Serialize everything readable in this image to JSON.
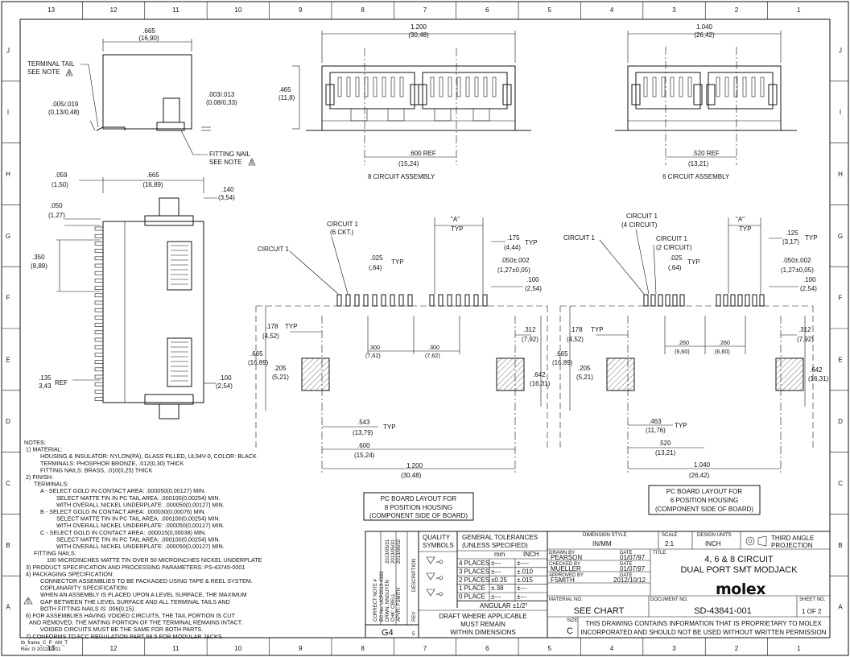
{
  "frame": {
    "top_zones": [
      "13",
      "12",
      "11",
      "10",
      "9",
      "8",
      "7",
      "6",
      "5",
      "4",
      "3",
      "2",
      "1"
    ],
    "side_zones": [
      "J",
      "I",
      "H",
      "G",
      "F",
      "E",
      "D",
      "C",
      "B",
      "A"
    ]
  },
  "side_view": {
    "dim_width": ".665",
    "dim_width_mm": "(16,90)",
    "dim_height": ".465",
    "dim_height_mm": "(11,8)",
    "terminal_tail_1": "TERMINAL TAIL",
    "terminal_tail_2": "SEE NOTE",
    "fitting_nail_1": "FITTING NAIL",
    "fitting_nail_2": "SEE NOTE",
    "note_ref": "6",
    "note_ref_2": "5",
    "dim_tail": ".005/.019",
    "dim_tail_mm": "(0,13/0,48)",
    "dim_nail": ".003/.013",
    "dim_nail_mm": "(0,08/0,33)"
  },
  "front_8": {
    "dim_width": "1.200",
    "dim_width_mm": "(30,48)",
    "dim_ref": ".600 REF",
    "dim_ref_mm": "(15,24)",
    "caption": "8 CIRCUIT ASSEMBLY"
  },
  "front_6": {
    "dim_width": "1.040",
    "dim_width_mm": "(26,42)",
    "dim_ref": ".520 REF",
    "dim_ref_mm": "(13,21)",
    "caption": "6 CIRCUIT ASSEMBLY"
  },
  "top_view": {
    "dim_059": ".059",
    "dim_059_mm": "(1,50)",
    "dim_665": ".665",
    "dim_665_mm": "(16,89)",
    "dim_140": ".140",
    "dim_140_mm": "(3,54)",
    "dim_050": ".050",
    "dim_050_mm": "(1,27)",
    "dim_350": ".350",
    "dim_350_mm": "(8,89)",
    "dim_135": ".135",
    "dim_135_mm": "3,43",
    "ref": "REF",
    "dim_100": ".100",
    "dim_100_mm": "(2,54)"
  },
  "layout_8": {
    "circuit1_top": "CIRCUIT 1",
    "circuit1_top_sub": "(6 CKT.)",
    "circuit1": "CIRCUIT 1",
    "a_label": "\"A\"",
    "typ": "TYP",
    "dim_175": ".175",
    "dim_175_mm": "(4,44)",
    "dim_025": ".025",
    "dim_025_mm": "(,64)",
    "dim_050": ".050±.002",
    "dim_050_mm": "(1,27±0,05)",
    "dim_100": ".100",
    "dim_100_mm": "(2,54)",
    "dim_178": ".178",
    "dim_178_mm": "(4,52)",
    "dim_312": ".312",
    "dim_312_mm": "(7,92)",
    "dim_300a": ".300",
    "dim_300a_mm": "(7,62)",
    "dim_300b": ".300",
    "dim_300b_mm": "(7,62)",
    "dim_665": ".665",
    "dim_665_mm": "(16,89)",
    "dim_205": ".205",
    "dim_205_mm": "(5,21)",
    "dim_642": ".642",
    "dim_642_mm": "(16,31)",
    "dim_543": ".543",
    "dim_543_mm": "(13,79)",
    "dim_600": ".600",
    "dim_600_mm": "(15,24)",
    "dim_1200": "1.200",
    "dim_1200_mm": "(30,48)",
    "box": [
      "PC BOARD LAYOUT FOR",
      "8 POSITION HOUSING",
      "(COMPONENT SIDE OF BOARD)"
    ]
  },
  "layout_6": {
    "circuit1_top": "CIRCUIT 1",
    "circuit1_top_sub": "(4 CIRCUIT)",
    "circuit1_mid": "CIRCUIT 1",
    "circuit1_mid_sub": "(2 CIRCUIT)",
    "circuit1": "CIRCUIT 1",
    "a_label": "\"A\"",
    "typ": "TYP",
    "dim_125": ".125",
    "dim_125_mm": "(3,17)",
    "dim_025": ".025",
    "dim_025_mm": "(,64)",
    "dim_050": ".050±.002",
    "dim_050_mm": "(1,27±0,05)",
    "dim_100": ".100",
    "dim_100_mm": "(2,54)",
    "dim_178": ".178",
    "dim_178_mm": "(4,52)",
    "dim_312": ".312",
    "dim_312_mm": "(7,92)",
    "dim_260a": ".260",
    "dim_260a_mm": "(6,60)",
    "dim_260b": ".260",
    "dim_260b_mm": "(6,60)",
    "dim_665": ".665",
    "dim_665_mm": "(16,89)",
    "dim_205": ".205",
    "dim_205_mm": "(5,21)",
    "dim_642": ".642",
    "dim_642_mm": "(16,31)",
    "dim_463": ".463",
    "dim_463_mm": "(11,76)",
    "dim_520": ".520",
    "dim_520_mm": "(13,21)",
    "dim_1040": "1.040",
    "dim_1040_mm": "(26,42)",
    "box": [
      "PC BOARD LAYOUT FOR",
      "6 POSITION HOUSING",
      "(COMPONENT SIDE OF BOARD)"
    ]
  },
  "notes": [
    "NOTES:",
    "1) MATERIAL:",
    "HOUSING & INSULATOR: NYLON(PA), GLASS FILLED, UL94V-0, COLOR: BLACK",
    "TERMINALS: PHOSPHOR BRONZE, .012(0,30) THICK",
    "FITTING NAILS: BRASS, .010(0,25) THICK",
    "2) FINISH:",
    "TERMINALS:",
    "A - SELECT GOLD IN CONTACT AREA: .000050(0,00127) MIN.",
    "SELECT MATTE TIN IN PC TAIL AREA: .000100(0,00254) MIN.",
    "WITH OVERALL NICKEL UNDERPLATE: .000050(0,00127) MIN.",
    "B - SELECT GOLD IN CONTACT AREA: .000030(0,00076) MIN.",
    "SELECT MATTE TIN IN PC TAIL AREA: .000100(0,00254) MIN.",
    "WITH OVERALL NICKEL UNDERPLATE: .000050(0,00127) MIN.",
    "C - SELECT GOLD IN CONTACT AREA: .000015(0,00038) MIN.",
    "SELECT MATTE TIN IN PC TAIL AREA: .000100(0,00254) MIN.",
    "WITH OVERALL NICKEL UNDERPLATE: .000050(0,00127) MIN.",
    "FITTING NAILS:",
    "100 MICROINCHES MATTE TIN OVER 50 MICROINCHES NICKEL UNDERPLATE",
    "3) PRODUCT SPECIFICATION AND PROCESSING PARAMETERS: PS-43745-0001",
    "4) PACKAGING SPECIFICATION:",
    "CONNECTOR ASSEMBLIES TO BE PACKAGED USING TAPE & REEL SYSTEM.",
    "COPLANARITY SPECIFICATION:",
    "WHEN AN ASSEMBLY IS PLACED UPON A LEVEL SURFACE, THE MAXIMUM",
    "GAP BETWEEN THE LEVEL SURFACE AND ALL TERMINAL TAILS AND",
    "BOTH FITTING NAILS IS .006(0,15).",
    "6) FOR ASSEMBLIES HAVING VOIDED CIRCUITS, THE TAIL PORTION IS CUT",
    "AND REMOVED. THE MATING PORTION OF THE TERMINAL REMAINS INTACT.",
    "VOIDED CIRCUITS MUST BE THE SAME FOR BOTH PARTS.",
    "7) CONFORMS TO FCC REGULATION PART 68.5 FOR MODULAR JACKS."
  ],
  "note5_num": "5",
  "revision": {
    "correct_note": "CORRECT NOTE #",
    "ec_no": "EC No: UCP2013-4393",
    "drwn": "DRWN: NNGUYEN",
    "chk": "CHK: CBELL",
    "apvr": "APVR: FSMITH",
    "date1": "2013/05/31",
    "date2": "2013/05/31",
    "date3": "2013/06/02",
    "description": "DESCRIPTION",
    "rev": "G4",
    "rev_letter": "REV"
  },
  "quality": {
    "label_1": "QUALITY",
    "label_2": "SYMBOLS"
  },
  "tolerances": {
    "title_1": "GENERAL TOLERANCES",
    "title_2": "(UNLESS SPECIFIED)",
    "col_mm": "mm",
    "col_inch": "INCH",
    "rows": [
      {
        "place": "4 PLACES",
        "mm": "±---",
        "inch": "±----"
      },
      {
        "place": "3 PLACES",
        "mm": "±---",
        "inch": "±.010"
      },
      {
        "place": "2 PLACES",
        "mm": "±0.25",
        "inch": "±.015"
      },
      {
        "place": "1 PLACE",
        "mm": "±.38",
        "inch": "±---"
      },
      {
        "place": "0 PLACE",
        "mm": "±---",
        "inch": "±---"
      }
    ],
    "angular": "ANGULAR ±1/2°",
    "draft_1": "DRAFT WHERE APPLICABLE",
    "draft_2": "MUST REMAIN",
    "draft_3": "WITHIN DIMENSIONS"
  },
  "title_block": {
    "dimension_style_label": "DIMENSION STYLE",
    "dimension_style": "IN/MM",
    "scale_label": "SCALE",
    "scale": "2:1",
    "design_units_label": "DESIGN UNITS",
    "design_units": "INCH",
    "projection_1": "THIRD ANGLE",
    "projection_2": "PROJECTION",
    "drawn_by_label": "DRAWN BY",
    "drawn_by": "PEARSON",
    "drawn_date": "01/07/97",
    "checked_by_label": "CHECKED BY",
    "checked_by": "MUELLER",
    "checked_date": "01/07/97",
    "approved_by_label": "APPROVED BY",
    "approved_by": "FSMITH",
    "approved_date": "2012/10/12",
    "date_label": "DATE",
    "title_label": "TITLE",
    "title_1": "4, 6 & 8 CIRCUIT",
    "title_2": "DUAL PORT SMT MODJACK",
    "logo": "molex",
    "material_label": "MATERIAL NO.",
    "material": "SEE CHART",
    "document_label": "DOCUMENT NO.",
    "document": "SD-43841-001",
    "sheet_label": "SHEET NO.",
    "sheet": "1 OF 2",
    "size_label": "SIZE",
    "size": "C",
    "proprietary_1": "THIS DRAWING CONTAINS INFORMATION THAT IS PROPRIETARY TO MOLEX",
    "proprietary_2": "INCORPORATED AND SHOULD NOT BE USED WITHOUT WRITTEN PERMISSION"
  },
  "frame_info": {
    "line_1": "tb_frame_C_P_AM_T",
    "line_2": "Rev. G  2012/01/11"
  }
}
